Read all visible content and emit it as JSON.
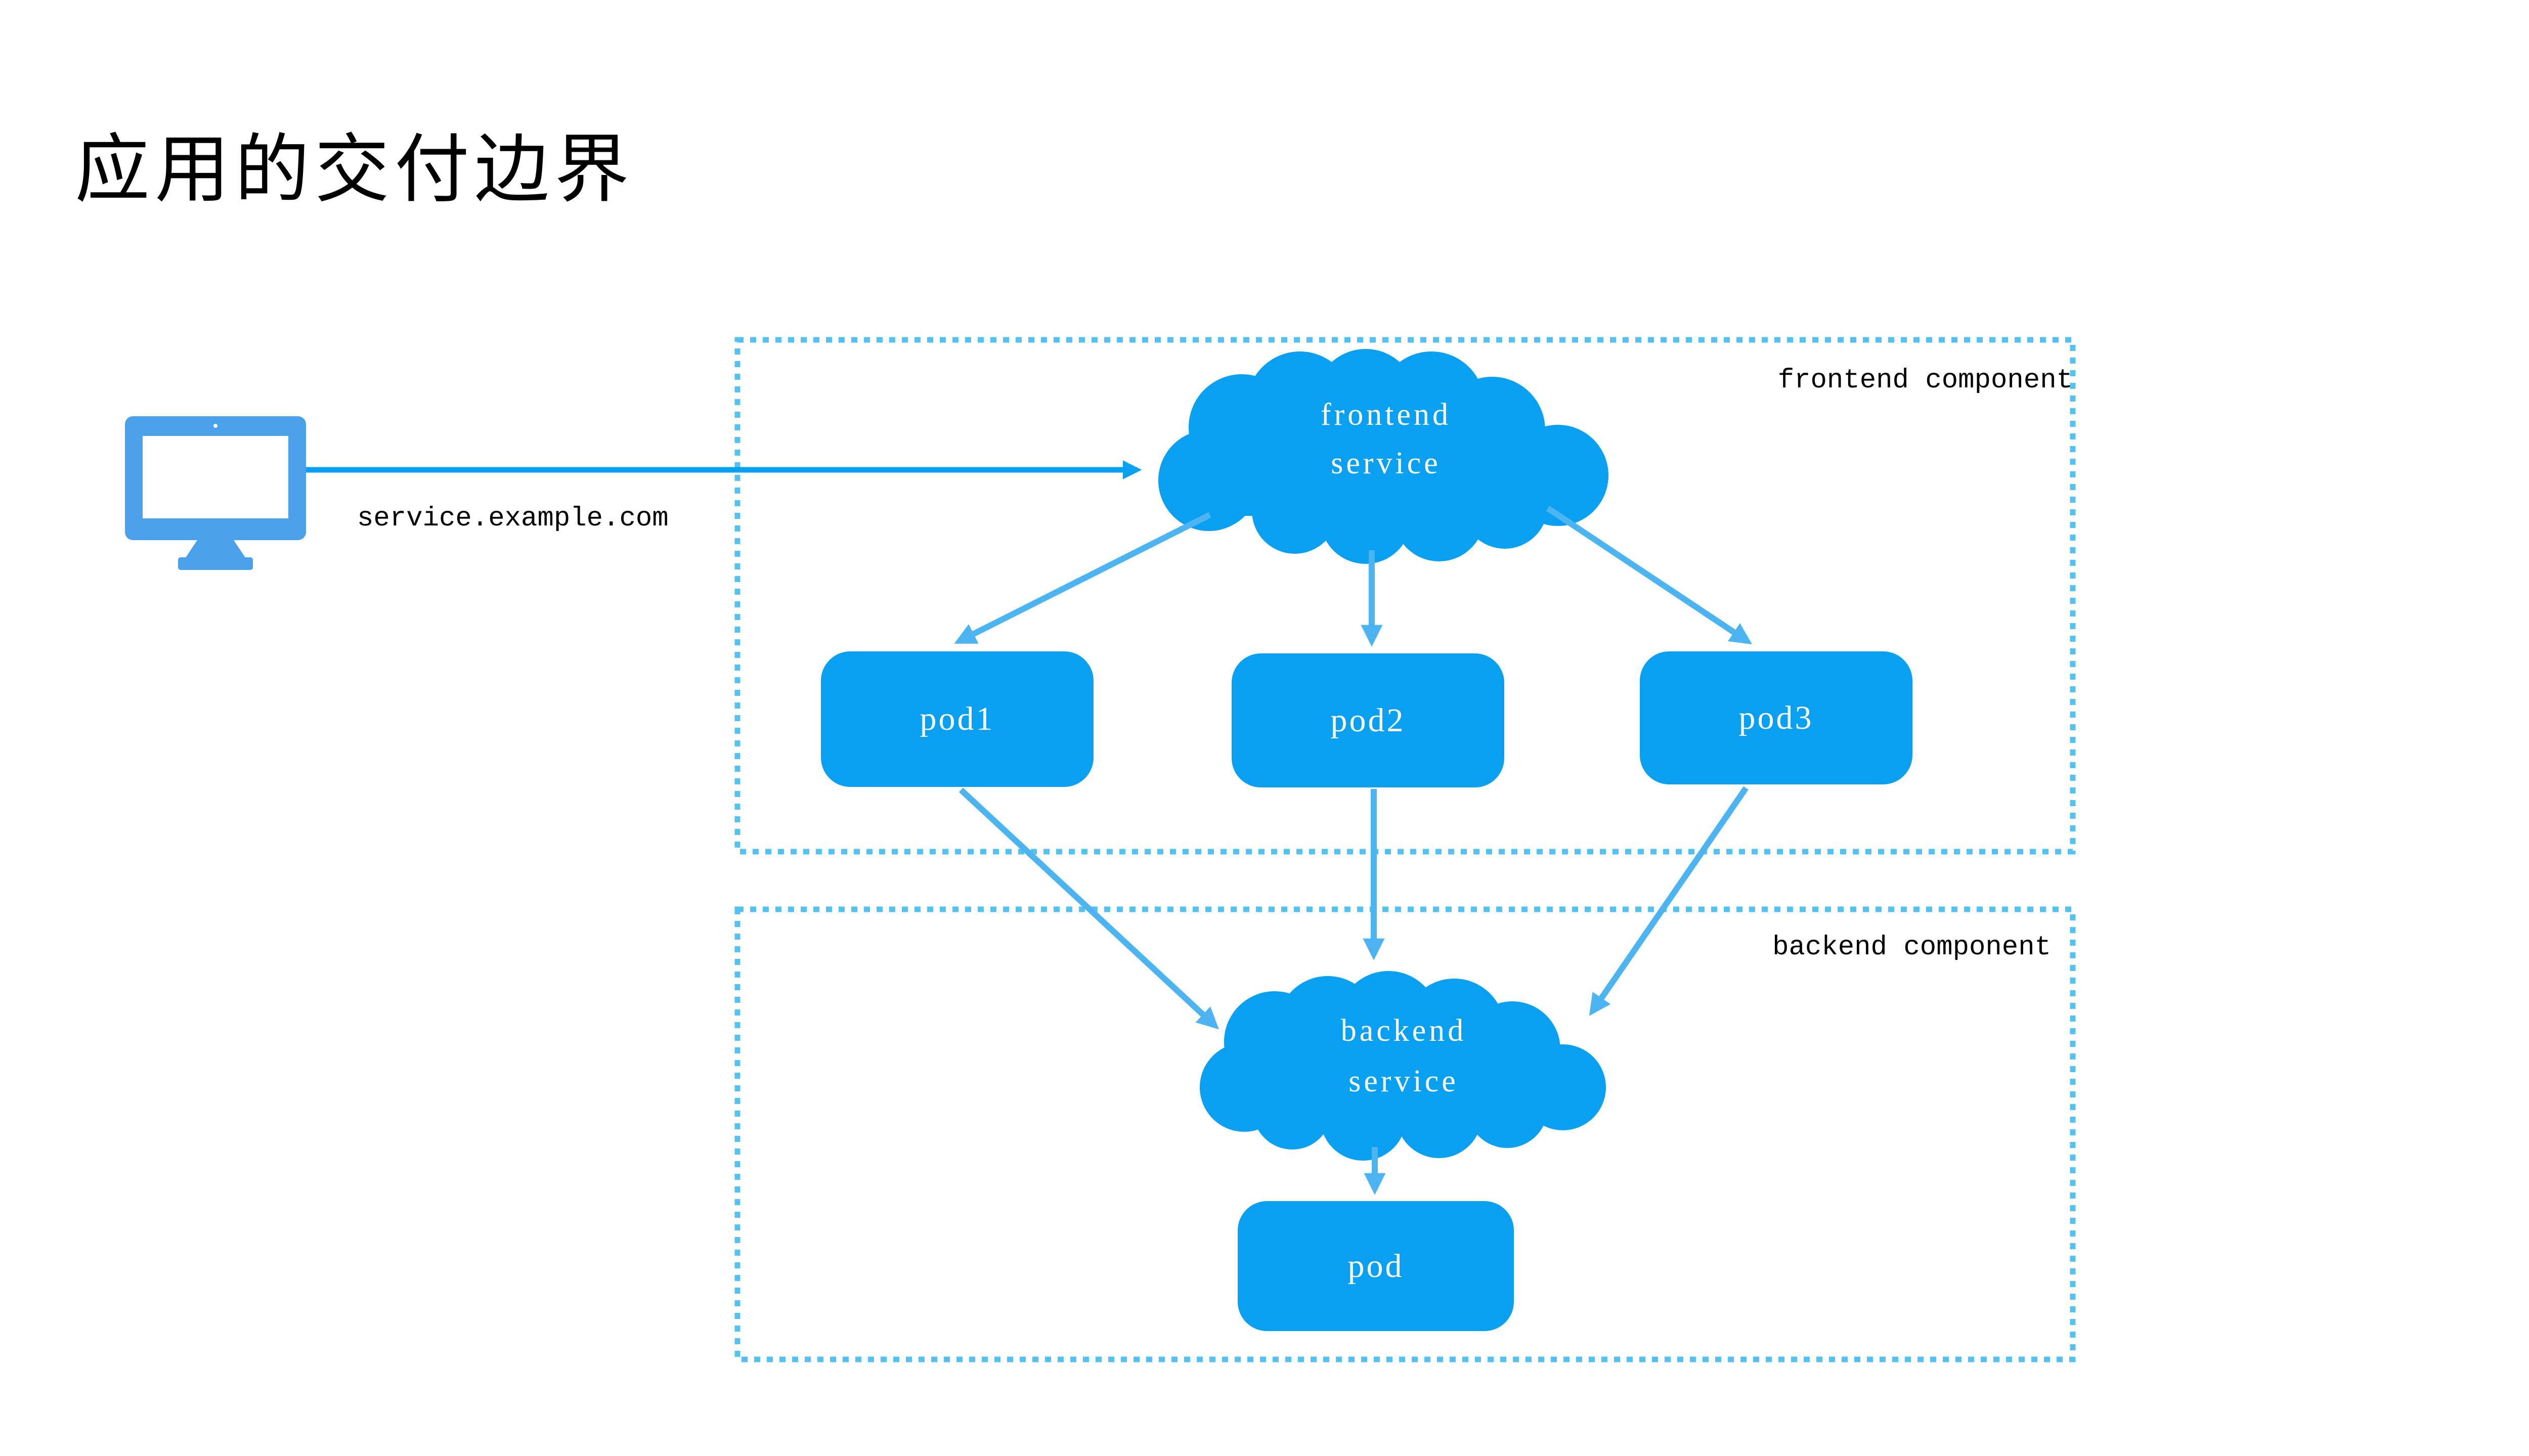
{
  "title": "应用的交付边界",
  "client": {
    "url_label": "service.example.com",
    "icon": "monitor-icon"
  },
  "frontend_box": {
    "label": "frontend component",
    "service": {
      "line1": "frontend",
      "line2": "service"
    },
    "pods": {
      "pod1": "pod1",
      "pod2": "pod2",
      "pod3": "pod3"
    }
  },
  "backend_box": {
    "label": "backend component",
    "service": {
      "line1": "backend",
      "line2": "service"
    },
    "pod": "pod"
  },
  "colors": {
    "node_fill": "#0aa0f2",
    "connector_arrow": "#4db4f2",
    "boundary_dots": "#53c1f2",
    "monitor_blue": "#4ba1e9",
    "node_text": "#ffffff",
    "text": "#000000"
  }
}
